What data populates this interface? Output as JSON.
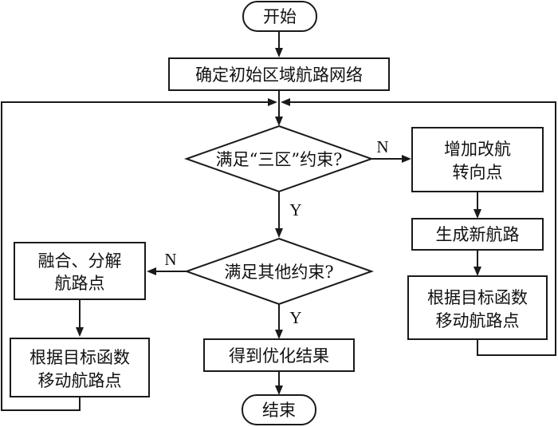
{
  "diagram": {
    "type": "flowchart",
    "nodes": {
      "start": {
        "shape": "terminal",
        "label": "开始"
      },
      "init": {
        "shape": "process",
        "label": "确定初始区域航路网络"
      },
      "decision1": {
        "shape": "decision",
        "label": "满足“三区”约束?"
      },
      "add_turn": {
        "shape": "process",
        "lines": [
          "增加改航",
          "转向点"
        ]
      },
      "gen_route": {
        "shape": "process",
        "label": "生成新航路"
      },
      "move_right": {
        "shape": "process",
        "lines": [
          "根据目标函数",
          "移动航路点"
        ]
      },
      "decision2": {
        "shape": "decision",
        "label": "满足其他约束?"
      },
      "merge_split": {
        "shape": "process",
        "lines": [
          "融合、分解",
          "航路点"
        ]
      },
      "move_left": {
        "shape": "process",
        "lines": [
          "根据目标函数",
          "移动航路点"
        ]
      },
      "result": {
        "shape": "process",
        "label": "得到优化结果"
      },
      "end": {
        "shape": "terminal",
        "label": "结束"
      }
    },
    "edge_labels": {
      "d1_no": "N",
      "d1_yes": "Y",
      "d2_no": "N",
      "d2_yes": "Y"
    },
    "edges": [
      {
        "from": "start",
        "to": "init"
      },
      {
        "from": "init",
        "to": "decision1"
      },
      {
        "from": "decision1",
        "to": "add_turn",
        "label": "N"
      },
      {
        "from": "decision1",
        "to": "decision2",
        "label": "Y"
      },
      {
        "from": "add_turn",
        "to": "gen_route"
      },
      {
        "from": "gen_route",
        "to": "move_right"
      },
      {
        "from": "move_right",
        "to": "decision1",
        "note": "loop back via right side"
      },
      {
        "from": "decision2",
        "to": "merge_split",
        "label": "N"
      },
      {
        "from": "decision2",
        "to": "result",
        "label": "Y"
      },
      {
        "from": "merge_split",
        "to": "move_left"
      },
      {
        "from": "move_left",
        "to": "decision1",
        "note": "loop back via left side"
      },
      {
        "from": "result",
        "to": "end"
      }
    ]
  }
}
